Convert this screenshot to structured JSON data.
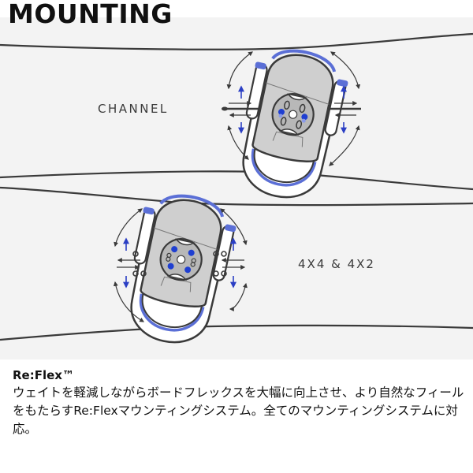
{
  "header": {
    "title": "MOUNTING"
  },
  "illustration": {
    "labels": {
      "channel": "CHANNEL",
      "four_by": "4X4 & 4X2"
    },
    "colors": {
      "background": "#f3f3f3",
      "outline": "#3a3a3a",
      "accent_blue": "#5b6fd6",
      "bolt_blue": "#1f3fd1",
      "baseplate_gray": "#cfcfcf",
      "disc_gray": "#b8b8b8"
    },
    "icons": [
      "binding-channel-icon",
      "binding-4x4-icon",
      "rotate-arrow-icon",
      "slide-arrow-icon",
      "up-arrow-icon",
      "down-arrow-icon"
    ]
  },
  "description": {
    "title": "Re:Flex™",
    "body": "ウェイトを軽減しながらボードフレックスを大幅に向上させ、より自然なフィールをもたらすRe:Flexマウンティングシステム。全てのマウンティングシステムに対応。"
  }
}
